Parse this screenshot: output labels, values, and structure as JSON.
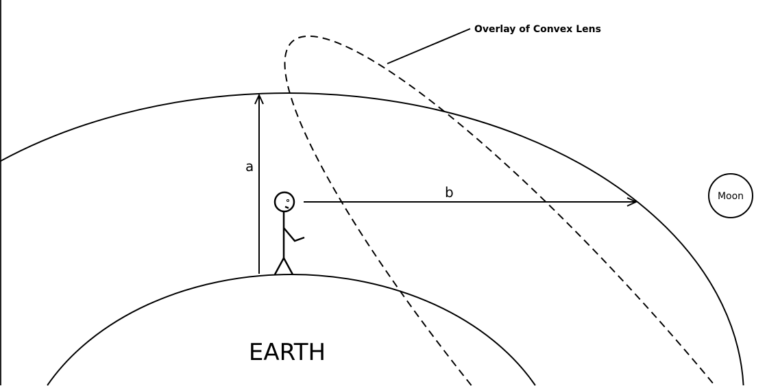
{
  "labels": {
    "lens_overlay": "Overlay of Convex Lens",
    "height_a": "a",
    "distance_b": "b",
    "moon": "Moon",
    "earth": "EARTH"
  }
}
